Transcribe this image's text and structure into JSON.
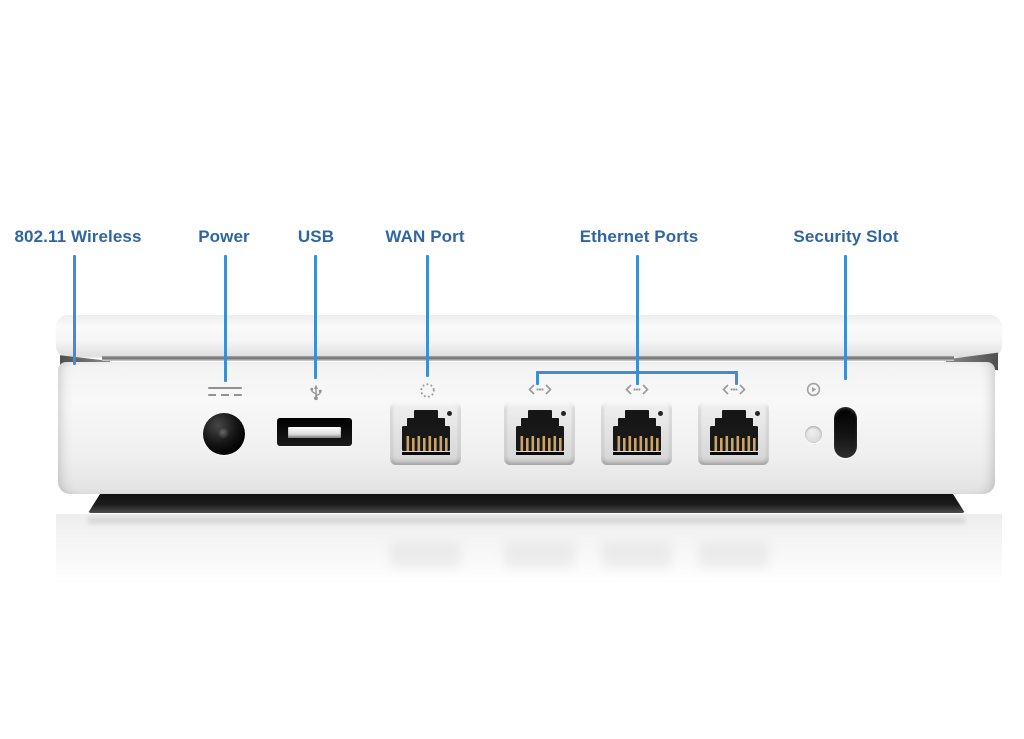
{
  "labels": {
    "wireless": "802.11 Wireless",
    "power": "Power",
    "usb": "USB",
    "wan": "WAN Port",
    "ethernet": "Ethernet Ports",
    "security": "Security Slot"
  },
  "colors": {
    "label_text": "#2e66a4",
    "callout_line": "#3f8dd5",
    "port_black": "#141414",
    "pin_gold": "#c8a36b",
    "device_body": "#f3f3f3",
    "icon_gray": "#929292"
  },
  "icons": {
    "power": "dc-power-icon",
    "usb": "usb-trident-icon",
    "wan": "wan-dotted-circle-icon",
    "ethernet": "ethernet-brackets-icon",
    "reset": "reset-circle-icon"
  }
}
